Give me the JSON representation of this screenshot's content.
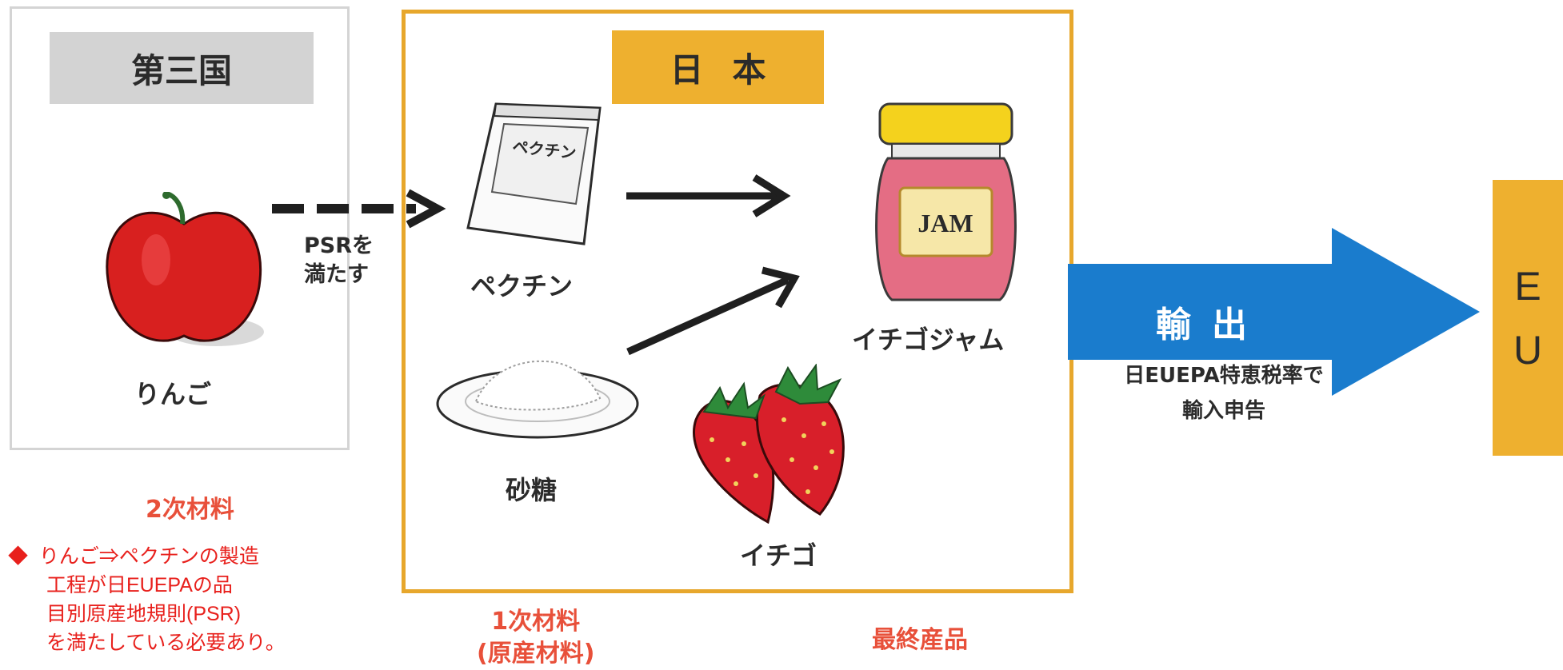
{
  "third_country": {
    "title": "第三国",
    "apple_label": "りんご",
    "secondary_label": "2次材料"
  },
  "japan": {
    "title": "日本",
    "pectin_label": "ペクチン",
    "pectin_bag_text": "ペクチン",
    "sugar_label": "砂糖",
    "strawberry_label": "イチゴ",
    "jam_label": "イチゴジャム",
    "jam_jar_text": "JAM"
  },
  "psr": {
    "line1": "PSRを",
    "line2": "満たす"
  },
  "primary": {
    "line1": "1次材料",
    "line2": "(原産材料)"
  },
  "final_product": "最終産品",
  "export": {
    "label": "輸出",
    "note_line1": "日EUEPA特恵税率で",
    "note_line2": "輸入申告"
  },
  "eu": {
    "letter1": "E",
    "letter2": "U"
  },
  "note": {
    "bullet": "◆",
    "line1": "りんご⇒ペクチンの製造",
    "line2": "工程が日EUEPAの品",
    "line3": "目別原産地規則(PSR)",
    "line4": "を満たしている必要あり。"
  },
  "colors": {
    "accent_yellow": "#eeb02f",
    "arrow_blue": "#1a7ccd",
    "red_text": "#e8503a",
    "note_red": "#e8201c"
  }
}
